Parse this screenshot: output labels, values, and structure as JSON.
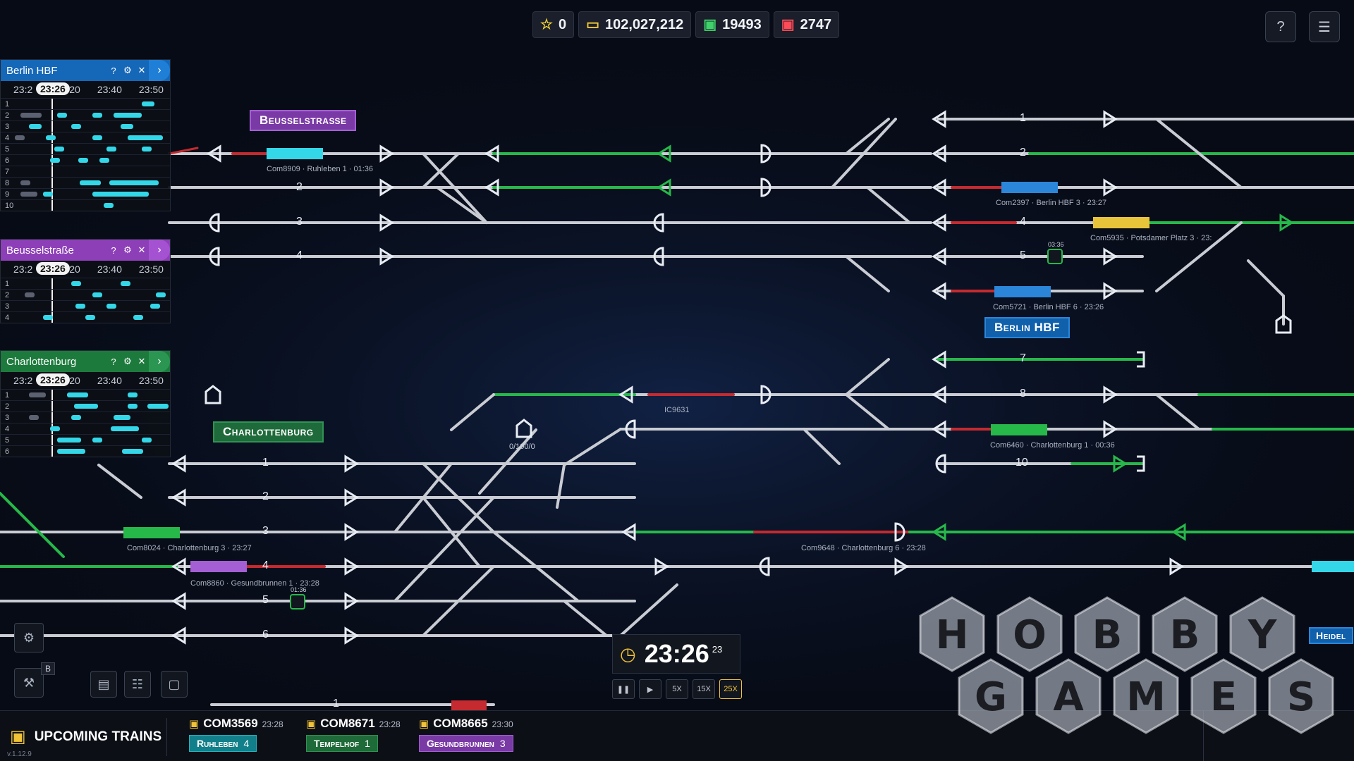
{
  "hud": {
    "stars": "0",
    "money": "102,027,212",
    "trains_green": "19493",
    "trains_red": "2747"
  },
  "top_buttons": {
    "help_icon": "help-icon",
    "menu_icon": "menu-icon"
  },
  "panels": [
    {
      "title": "Berlin HBF",
      "times": [
        "23:2",
        "23:26",
        "20",
        "23:40",
        "23:50"
      ],
      "rows": [
        "1",
        "2",
        "3",
        "4",
        "5",
        "6",
        "7",
        "8",
        "9",
        "10"
      ]
    },
    {
      "title": "Beusselstraße",
      "times": [
        "23:2",
        "23:26",
        "20",
        "23:40",
        "23:50"
      ],
      "rows": [
        "1",
        "2",
        "3",
        "4"
      ]
    },
    {
      "title": "Charlottenburg",
      "times": [
        "23:2",
        "23:26",
        "20",
        "23:40",
        "23:50"
      ],
      "rows": [
        "1",
        "2",
        "3",
        "4",
        "5",
        "6"
      ]
    }
  ],
  "map": {
    "stations": {
      "beusselstrasse": "Beusselstraße",
      "berlin_hbf": "Berlin HBF",
      "charlottenburg": "Charlottenburg",
      "heidelberg_partial": "Heidel"
    },
    "track_numbers_top_left": [
      "2",
      "3",
      "4"
    ],
    "track_numbers_top_right": [
      "1",
      "2",
      "4",
      "5",
      "7",
      "8",
      "10"
    ],
    "track_numbers_bottom_left": [
      "1",
      "2",
      "3",
      "4",
      "5",
      "6"
    ],
    "track_number_bottom": "1",
    "train_labels": [
      "Com8909 · Ruhleben  1 · 01:36",
      "Com2397 · Berlin HBF  3 · 23:27",
      "Com5935 · Potsdamer Platz  3 · 23:",
      "Com5721 · Berlin HBF  6 · 23:26",
      "IC9631",
      "Com6460 · Charlottenburg  1 · 00:36",
      "Com8024 · Charlottenburg  3 · 23:27",
      "Com8860 · Gesundbrunnen 1 · 23:28",
      "Com9648 · Charlottenburg  6 · 23:28"
    ],
    "counter": "0/100/0",
    "timers": [
      "03:36",
      "01:36"
    ]
  },
  "clock": {
    "time": "23:26",
    "seconds": "23"
  },
  "speed": {
    "pause": "❚❚",
    "play": "▶",
    "s5": "5X",
    "s15": "15X",
    "s25": "25X"
  },
  "tools": {
    "b_badge": "B"
  },
  "upcoming": {
    "title": "Upcoming Trains",
    "version": "v.1.12.9",
    "trains": [
      {
        "code": "COM3569",
        "time": "23:28",
        "dest": "Ruhleben",
        "track": "4"
      },
      {
        "code": "COM8671",
        "time": "23:28",
        "dest": "Tempelhof",
        "track": "1"
      },
      {
        "code": "COM8665",
        "time": "23:30",
        "dest": "Gesundbrunnen",
        "track": "3"
      }
    ]
  },
  "watermark": {
    "row1": [
      "H",
      "O",
      "B",
      "B",
      "Y"
    ],
    "row2": [
      "G",
      "A",
      "M",
      "E",
      "S"
    ]
  },
  "colors": {
    "track": "#c9ccd3",
    "green": "#27b84a",
    "red": "#c42a2f",
    "cyan": "#33d7e8",
    "accent": "#f0c238"
  }
}
